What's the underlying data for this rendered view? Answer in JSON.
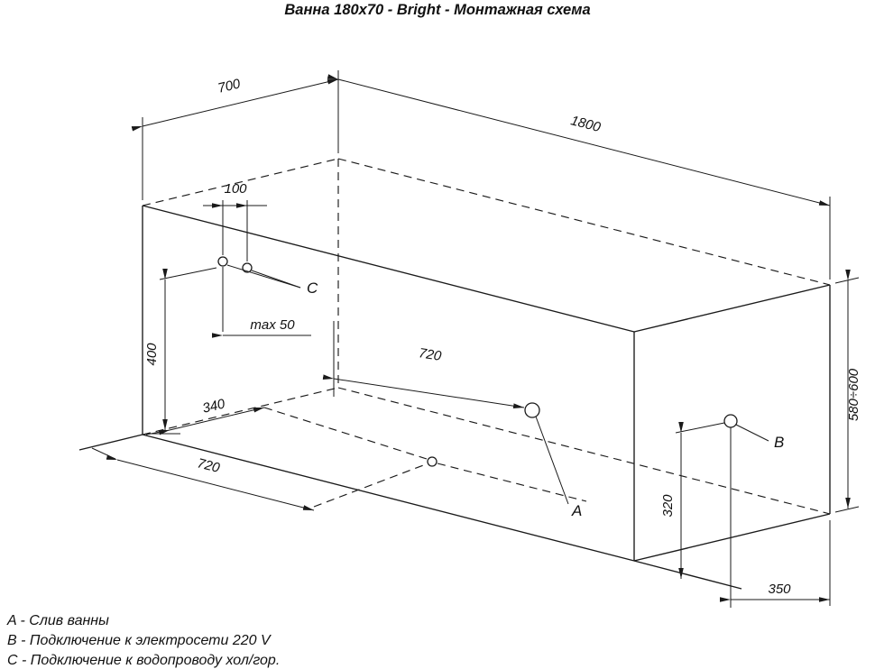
{
  "title": "Ванна 180x70 - Bright - Монтажная схема",
  "dims": {
    "width": "700",
    "length": "1800",
    "spacing": "100",
    "wall_offset": "max 50",
    "supply_height": "400",
    "drain_offset": "720",
    "floor_length": "720",
    "floor_width": "340",
    "height": "580÷600",
    "socket_height": "320",
    "socket_offset": "350"
  },
  "points": {
    "drain": "A",
    "power": "B",
    "water": "C"
  },
  "legend": [
    "A - Слив ванны",
    "B - Подключение к электросети 220 V",
    "C - Подключение к водопроводу хол/гор."
  ]
}
